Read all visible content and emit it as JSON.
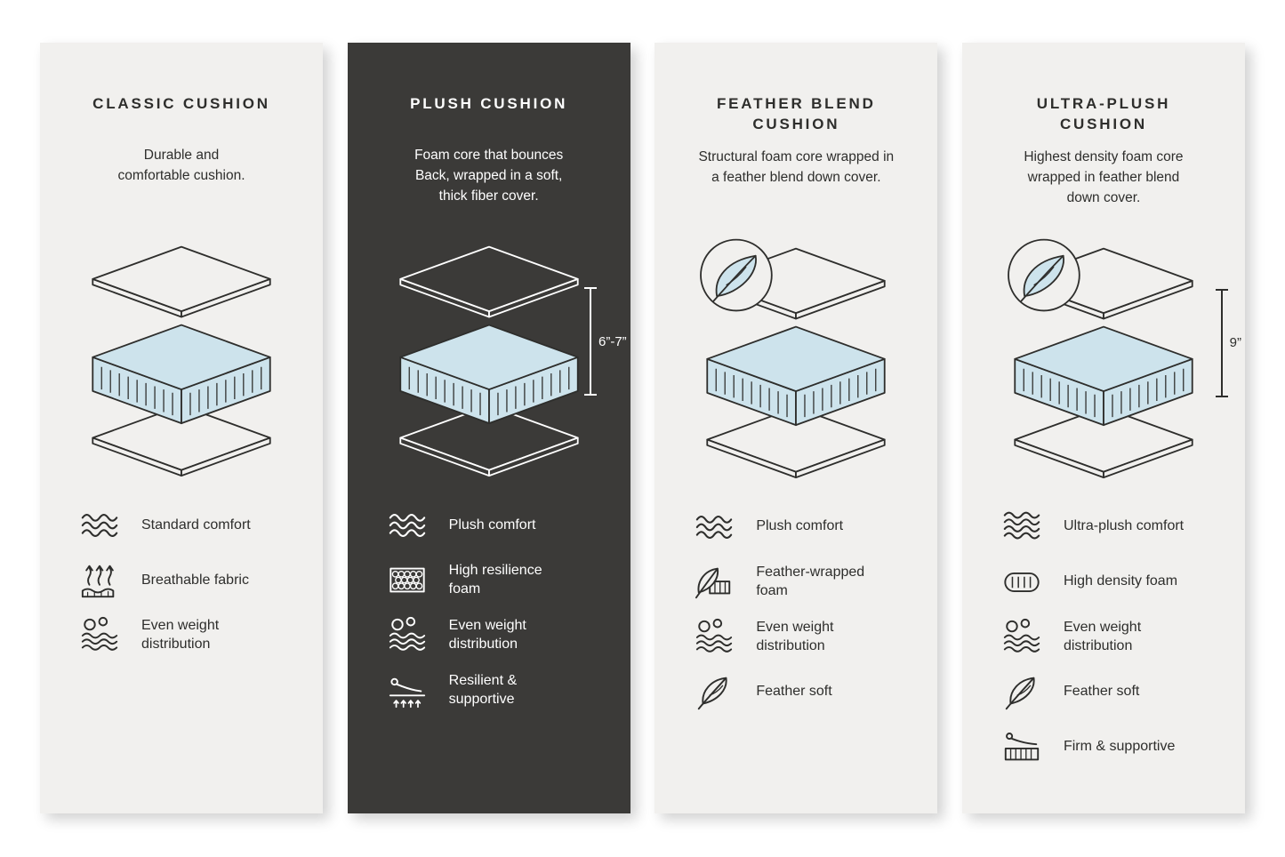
{
  "infographic": {
    "background": "#ffffff"
  },
  "colors": {
    "panel_light": "#f1f0ee",
    "panel_dark": "#3b3a38",
    "text_dark": "#2e2e2c",
    "text_light": "#ffffff",
    "foam_blue": "#cde3ec",
    "outline": "#2e2e2c"
  },
  "panels": [
    {
      "id": "classic-cushion",
      "theme": "light",
      "title": "CLASSIC CUSHION",
      "description": "Durable and\ncomfortable cushion.",
      "diagram": {
        "illustration": "exploded-cushion-layers",
        "feather_badge": false,
        "measurement": ""
      },
      "features": [
        {
          "icon": "wave-icon",
          "label": "Standard comfort"
        },
        {
          "icon": "breathable-fabric-icon",
          "label": "Breathable fabric"
        },
        {
          "icon": "weight-distribution-icon",
          "label": "Even weight\ndistribution"
        }
      ]
    },
    {
      "id": "plush-cushion",
      "theme": "dark",
      "title": "PLUSH CUSHION",
      "description": "Foam core that bounces\nBack, wrapped in a soft,\nthick fiber cover.",
      "diagram": {
        "illustration": "exploded-cushion-layers",
        "feather_badge": false,
        "measurement": "6”-7”"
      },
      "features": [
        {
          "icon": "wave-icon",
          "label": "Plush comfort"
        },
        {
          "icon": "resilience-foam-icon",
          "label": "High resilience\nfoam"
        },
        {
          "icon": "weight-distribution-icon",
          "label": "Even weight\ndistribution"
        },
        {
          "icon": "resilient-supportive-icon",
          "label": "Resilient &\nsupportive"
        }
      ]
    },
    {
      "id": "feather-blend-cushion",
      "theme": "light",
      "title": "FEATHER BLEND\nCUSHION",
      "description": "Structural foam core wrapped in\na feather blend down cover.",
      "diagram": {
        "illustration": "exploded-cushion-layers",
        "feather_badge": true,
        "measurement": ""
      },
      "features": [
        {
          "icon": "wave-icon",
          "label": "Plush comfort"
        },
        {
          "icon": "feather-wrapped-foam-icon",
          "label": "Feather-wrapped\nfoam"
        },
        {
          "icon": "weight-distribution-icon",
          "label": "Even weight\ndistribution"
        },
        {
          "icon": "feather-icon",
          "label": "Feather soft"
        }
      ]
    },
    {
      "id": "ultra-plush-cushion",
      "theme": "light",
      "title": "ULTRA-PLUSH\nCUSHION",
      "description": "Highest density foam core\nwrapped in feather blend\ndown cover.",
      "diagram": {
        "illustration": "exploded-cushion-layers",
        "feather_badge": true,
        "measurement": "9”"
      },
      "features": [
        {
          "icon": "wave-icon",
          "label": "Ultra-plush comfort"
        },
        {
          "icon": "high-density-foam-icon",
          "label": "High density foam"
        },
        {
          "icon": "weight-distribution-icon",
          "label": "Even weight\ndistribution"
        },
        {
          "icon": "feather-icon",
          "label": "Feather soft"
        },
        {
          "icon": "firm-supportive-icon",
          "label": "Firm & supportive"
        }
      ]
    }
  ]
}
